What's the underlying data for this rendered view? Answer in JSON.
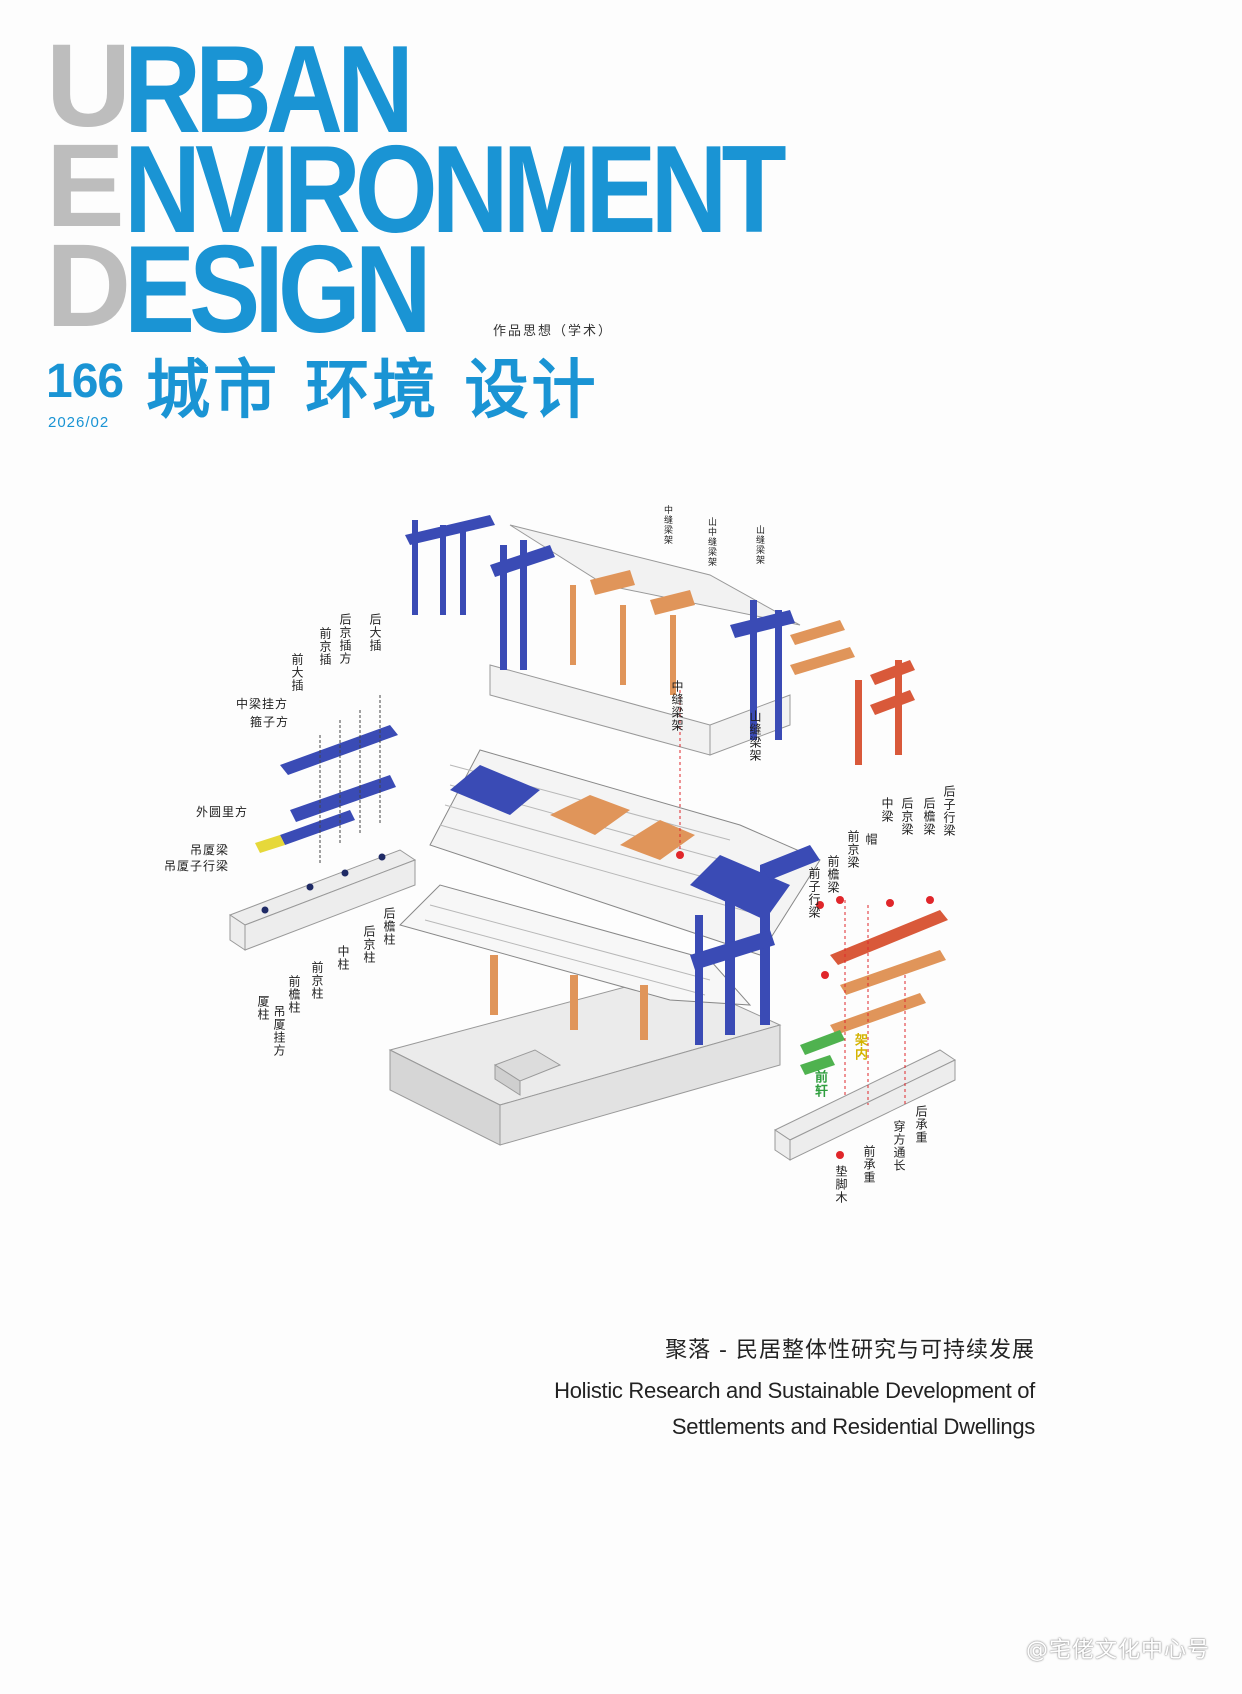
{
  "masthead": {
    "ghost_letters": [
      "U",
      "E",
      "D"
    ],
    "title_lines": [
      "RBAN",
      "NVIRONMENT",
      "ESIGN"
    ],
    "section_label": "作品思想（学术）"
  },
  "issue": {
    "number": "166",
    "date": "2026/02",
    "cn_title": "城市 环境 设计"
  },
  "diagram": {
    "labels": {
      "zhong_feng_liang_jia_small": "中缝梁架",
      "shan_zhong_feng_liang_jia_small": "山中缝梁架",
      "shan_feng_liang_jia_small": "山缝梁架",
      "zhong_feng_liang_jia": "中缝梁架",
      "shan_feng_liang_jia": "山缝梁架",
      "hou_da_cha": "后大插",
      "hou_jing_cha_fang": "后京插方",
      "qian_jing_cha": "前京插",
      "qian_da_cha": "前大插",
      "zhong_liang_gua_fang": "中梁挂方",
      "gu_zi_fang": "箍子方",
      "wai_yuan_li_fang": "外圆里方",
      "diao_sha_liang": "吊厦梁",
      "diao_sha_zi_xing_liang": "吊厦子行梁",
      "sha_zhu": "厦柱",
      "diao_sha_gua_fang": "吊厦挂方",
      "qian_yan_zhu": "前檐柱",
      "qian_jing_zhu": "前京柱",
      "zhong_zhu": "中柱",
      "hou_jing_zhu": "后京柱",
      "hou_yan_zhu": "后檐柱",
      "hou_zi_xing_liang": "后子行梁",
      "hou_yan_liang": "后檐梁",
      "hou_jing_liang": "后京梁",
      "zhong_liang": "中梁",
      "mao": "帽",
      "qian_jing_liang": "前京梁",
      "qian_yan_liang": "前檐梁",
      "qian_zi_xing_liang": "前子行梁",
      "jia_nei": "架内",
      "qian_xuan": "前轩",
      "hou_cheng_zhong": "后承重",
      "chuan_fang_tong_chang": "穿方通长",
      "qian_cheng_zhong": "前承重",
      "dian_jiao_mu": "垫脚木"
    }
  },
  "article": {
    "title_cn": "聚落 - 民居整体性研究与可持续发展",
    "title_en_line1": "Holistic Research and Sustainable Development of",
    "title_en_line2": "Settlements and Residential Dwellings"
  },
  "watermark": "@宅佬文化中心号",
  "colors": {
    "brand_blue": "#1a94d4",
    "ghost_gray": "#bdbdbd",
    "frame_blue": "#3a4bb5",
    "frame_orange": "#e0955a",
    "frame_red": "#d9593a",
    "marker_red": "#e0262a"
  }
}
